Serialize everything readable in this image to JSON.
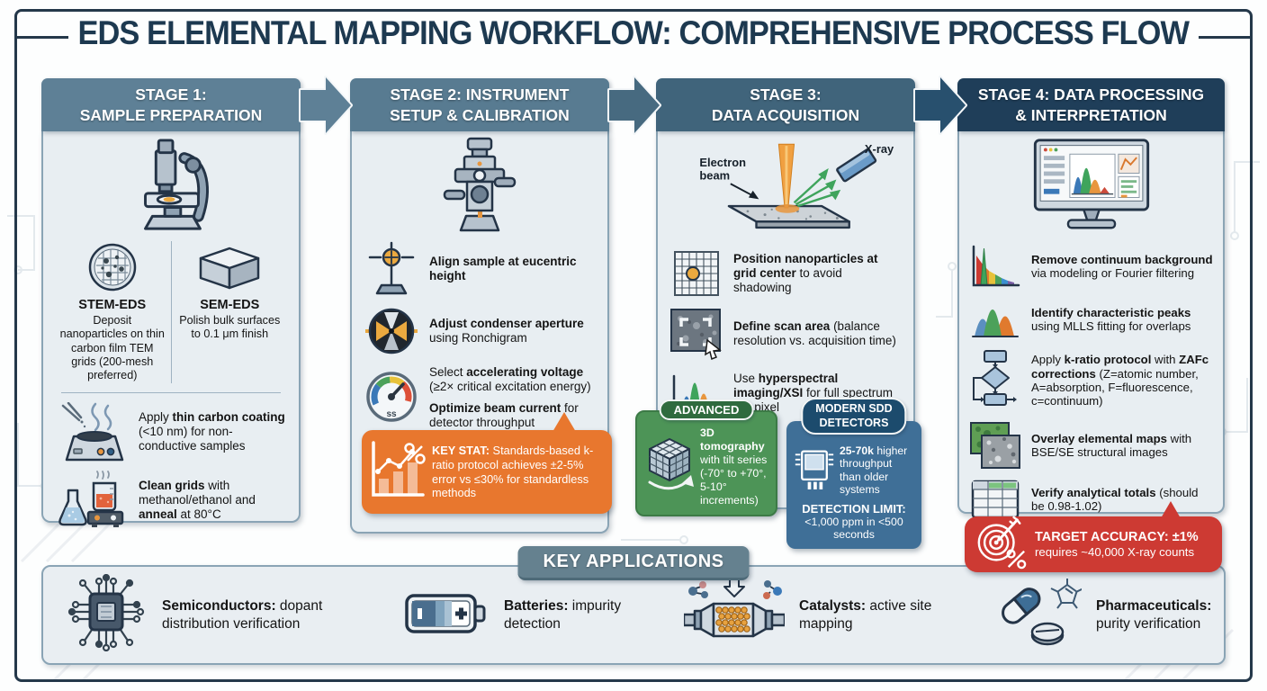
{
  "title": "EDS ELEMENTAL MAPPING WORKFLOW: COMPREHENSIVE PROCESS FLOW",
  "palette": {
    "title_navy": "#1d3950",
    "header_slate": "#5e8096",
    "header_slate_dark": "#40647b",
    "header_navy": "#1f3e59",
    "panel_bg": "#e8eef2",
    "panel_border": "#8aa4b5",
    "callout_orange": "#e8772e",
    "advanced_green": "#4d9457",
    "advanced_green_dark": "#2f6b3e",
    "sdd_blue": "#3f6f97",
    "sdd_navy": "#1c4b6d",
    "target_red": "#cd3a33",
    "apps_pill_slate": "#65818f",
    "beam_orange": "#f0a041",
    "xray_green": "#3fa45c"
  },
  "stages": [
    {
      "header_lines": [
        "STAGE 1:",
        "SAMPLE PREPARATION"
      ],
      "hero_icon": "microscope-icon",
      "methods": [
        {
          "icon": "tem-grid-icon",
          "name": "STEM-EDS",
          "desc": "Deposit nanoparticles on thin carbon film TEM grids (200-mesh preferred)"
        },
        {
          "icon": "sem-block-icon",
          "name": "SEM-EDS",
          "desc": "Polish bulk surfaces to 0.1 μm finish"
        }
      ],
      "items": [
        {
          "icon": "carbon-coater-icon",
          "segments": [
            {
              "t": "Apply "
            },
            {
              "t": "thin carbon coating",
              "b": true
            },
            {
              "t": " (<10 nm) for non-conductive samples"
            }
          ]
        },
        {
          "icon": "grid-cleaning-icon",
          "segments": [
            {
              "t": "Clean grids",
              "b": true
            },
            {
              "t": " with methanol/ethanol and "
            },
            {
              "t": "anneal",
              "b": true
            },
            {
              "t": " at 80°C"
            }
          ]
        }
      ]
    },
    {
      "header_lines": [
        "STAGE 2: INSTRUMENT",
        "SETUP & CALIBRATION"
      ],
      "hero_icon": "tem-column-icon",
      "gauge_label": "ss",
      "items": [
        {
          "icon": "eucentric-height-icon",
          "segments": [
            {
              "t": "Align sample at eucentric height",
              "b": true
            }
          ]
        },
        {
          "icon": "condenser-aperture-icon",
          "segments": [
            {
              "t": "Adjust condenser aperture",
              "b": true
            },
            {
              "t": " using Ronchigram"
            }
          ]
        },
        {
          "icon": "voltage-gauge-icon",
          "segments": [
            {
              "t": "Select "
            },
            {
              "t": "accelerating voltage",
              "b": true
            },
            {
              "t": " (≥2× critical excitation energy)"
            }
          ]
        },
        {
          "icon": "voltage-gauge-icon",
          "segments": [
            {
              "t": "Optimize beam current",
              "b": true
            },
            {
              "t": " for detector throughput"
            }
          ]
        }
      ],
      "callout": {
        "icon": "stat-chart-icon",
        "segments": [
          {
            "t": "KEY STAT:",
            "b": true
          },
          {
            "t": " Standards-based k-ratio protocol achieves ±2-5% error vs ≤30% for standardless methods"
          }
        ]
      }
    },
    {
      "header_lines": [
        "STAGE 3:",
        "DATA ACQUISITION"
      ],
      "diagram": {
        "beam_label_lines": [
          "Electron",
          "beam"
        ],
        "xray_label": "X-ray"
      },
      "items": [
        {
          "icon": "grid-center-icon",
          "segments": [
            {
              "t": "Position nanoparticles at grid center",
              "b": true
            },
            {
              "t": " to avoid shadowing"
            }
          ]
        },
        {
          "icon": "scan-area-icon",
          "segments": [
            {
              "t": "Define scan area",
              "b": true
            },
            {
              "t": " (balance resolution vs. acquisition time)"
            }
          ]
        },
        {
          "icon": "hyperspectral-spectrum-icon",
          "segments": [
            {
              "t": "Use "
            },
            {
              "t": "hyperspectral imaging/XSI",
              "b": true
            },
            {
              "t": " for full spectrum per pixel"
            }
          ]
        }
      ],
      "advanced_box": {
        "badge": "ADVANCED",
        "icon": "tomography-cube-icon",
        "segments": [
          {
            "t": "3D tomography",
            "b": true
          },
          {
            "t": " with tilt series (-70° to +70°, 5-10° increments)"
          }
        ]
      },
      "sdd_box": {
        "badge_lines": [
          "MODERN SDD",
          "DETECTORS"
        ],
        "icon": "sdd-detector-icon",
        "segments": [
          {
            "t": "25-70k",
            "b": true
          },
          {
            "t": " higher throughput than older systems"
          }
        ],
        "limit_label": "DETECTION LIMIT:",
        "limit_value": "<1,000 ppm in <500 seconds"
      }
    },
    {
      "header_lines": [
        "STAGE 4: DATA PROCESSING",
        "& INTERPRETATION"
      ],
      "hero_icon": "analysis-monitor-icon",
      "items": [
        {
          "icon": "continuum-spectrum-icon",
          "segments": [
            {
              "t": "Remove continuum background",
              "b": true
            },
            {
              "t": " via modeling or Fourier filtering"
            }
          ]
        },
        {
          "icon": "characteristic-peaks-icon",
          "segments": [
            {
              "t": "Identify characteristic peaks",
              "b": true
            },
            {
              "t": " using MLLS fitting for overlaps"
            }
          ]
        },
        {
          "icon": "flowchart-icon",
          "segments": [
            {
              "t": "Apply "
            },
            {
              "t": "k-ratio protocol",
              "b": true
            },
            {
              "t": " with "
            },
            {
              "t": "ZAFc corrections",
              "b": true
            },
            {
              "t": " (Z=atomic number, A=absorption, F=fluorescence, c=continuum)"
            }
          ]
        },
        {
          "icon": "overlay-maps-icon",
          "segments": [
            {
              "t": "Overlay elemental maps",
              "b": true
            },
            {
              "t": " with BSE/SE structural images"
            }
          ]
        },
        {
          "icon": "totals-table-icon",
          "segments": [
            {
              "t": "Verify analytical totals",
              "b": true
            },
            {
              "t": " (should be 0.98-1.02)"
            }
          ]
        }
      ],
      "callout": {
        "icon": "target-icon",
        "line1": "TARGET ACCURACY: ±1%",
        "line2": "requires ~40,000 X-ray counts"
      }
    }
  ],
  "applications": {
    "header": "KEY APPLICATIONS",
    "items": [
      {
        "icon": "semiconductor-chip-icon",
        "segments": [
          {
            "t": "Semiconductors:",
            "b": true
          },
          {
            "t": " dopant distribution verification"
          }
        ]
      },
      {
        "icon": "battery-icon",
        "segments": [
          {
            "t": "Batteries:",
            "b": true
          },
          {
            "t": " impurity detection"
          }
        ]
      },
      {
        "icon": "catalytic-converter-icon",
        "segments": [
          {
            "t": "Catalysts:",
            "b": true
          },
          {
            "t": " active site mapping"
          }
        ]
      },
      {
        "icon": "pharma-capsule-icon",
        "segments": [
          {
            "t": "Pharmaceuticals:",
            "b": true
          },
          {
            "t": " purity verification"
          }
        ]
      }
    ]
  }
}
